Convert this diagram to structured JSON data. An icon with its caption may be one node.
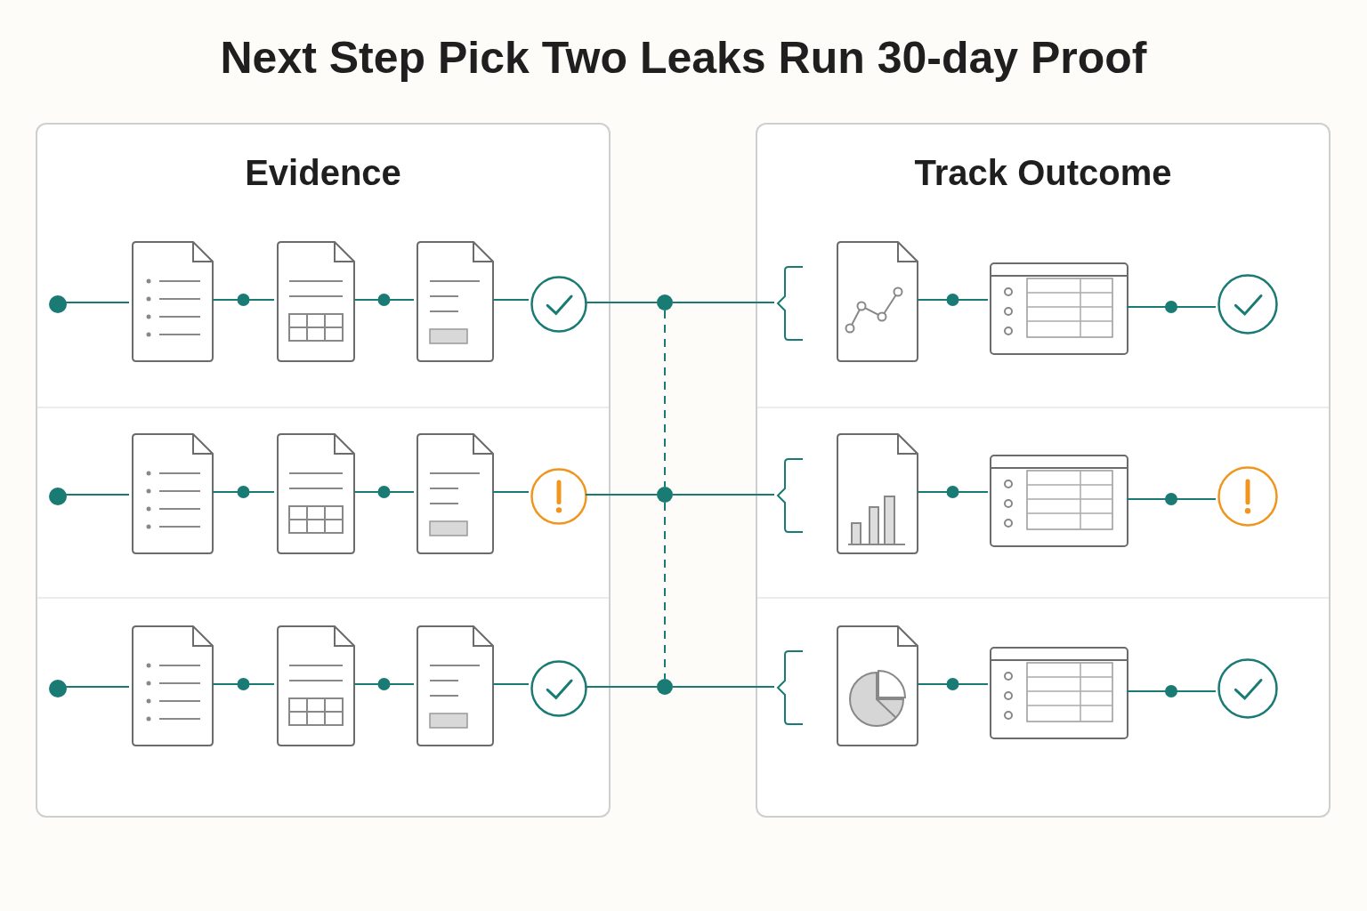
{
  "diagram": {
    "title": "Next Step Pick Two Leaks Run 30-day Proof",
    "nodes": [
      {
        "text": [
          "Evidence"
        ]
      },
      {
        "text": [],
        "shape": "circle",
        "in": 0
      },
      {
        "text": [],
        "shape": "document",
        "in": 0
      },
      {
        "text": [],
        "shape": "document",
        "in": 0
      },
      {
        "text": [],
        "shape": "document",
        "in": 0
      },
      {
        "text": [],
        "shape": "circle",
        "in": 0
      },
      {
        "text": [],
        "shape": "circle",
        "in": 0
      },
      {
        "text": [],
        "shape": "document",
        "in": 0
      },
      {
        "text": [],
        "shape": "document",
        "in": 0
      },
      {
        "text": [],
        "shape": "document",
        "in": 0
      },
      {
        "text": [],
        "shape": "circle",
        "in": 0
      },
      {
        "text": [],
        "shape": "circle",
        "in": 0
      },
      {
        "text": [],
        "shape": "document",
        "in": 0
      },
      {
        "text": [],
        "shape": "document",
        "in": 0
      },
      {
        "text": [],
        "shape": "document",
        "in": 0
      },
      {
        "text": [],
        "shape": "circle",
        "in": 0
      },
      {
        "text": [],
        "shape": "circle"
      },
      {
        "text": [],
        "shape": "circle"
      },
      {
        "text": [],
        "shape": "circle"
      },
      {
        "text": [
          "Track Outcome"
        ]
      },
      {
        "text": [],
        "shape": "bracket",
        "in": 19
      },
      {
        "text": [],
        "shape": "document",
        "in": 19
      },
      {
        "text": [],
        "shape": "window",
        "in": 19
      },
      {
        "text": [],
        "shape": "circle",
        "in": 19
      },
      {
        "text": [],
        "shape": "bracket",
        "in": 19
      },
      {
        "text": [],
        "shape": "document",
        "in": 19
      },
      {
        "text": [],
        "shape": "window",
        "in": 19
      },
      {
        "text": [],
        "shape": "circle",
        "in": 19
      },
      {
        "text": [],
        "shape": "bracket",
        "in": 19
      },
      {
        "text": [],
        "shape": "document",
        "in": 19
      },
      {
        "text": [],
        "shape": "window",
        "in": 19
      },
      {
        "text": [],
        "shape": "circle",
        "in": 19
      }
    ],
    "edges": [
      {
        "from": 1,
        "to": 2,
        "arrow": "none"
      },
      {
        "from": 2,
        "to": 3,
        "arrow": "none"
      },
      {
        "from": 3,
        "to": 4,
        "arrow": "none"
      },
      {
        "from": 4,
        "to": 5,
        "arrow": "none"
      },
      {
        "from": 5,
        "to": 16,
        "arrow": "none"
      },
      {
        "from": 16,
        "to": 20,
        "arrow": "none"
      },
      {
        "from": 21,
        "to": 22,
        "arrow": "none"
      },
      {
        "from": 22,
        "to": 23,
        "arrow": "none"
      },
      {
        "from": 6,
        "to": 7,
        "arrow": "none"
      },
      {
        "from": 7,
        "to": 8,
        "arrow": "none"
      },
      {
        "from": 8,
        "to": 9,
        "arrow": "none"
      },
      {
        "from": 9,
        "to": 10,
        "arrow": "none"
      },
      {
        "from": 10,
        "to": 17,
        "arrow": "none"
      },
      {
        "from": 17,
        "to": 24,
        "arrow": "none"
      },
      {
        "from": 25,
        "to": 26,
        "arrow": "none"
      },
      {
        "from": 26,
        "to": 27,
        "arrow": "none"
      },
      {
        "from": 11,
        "to": 12,
        "arrow": "none"
      },
      {
        "from": 12,
        "to": 13,
        "arrow": "none"
      },
      {
        "from": 13,
        "to": 14,
        "arrow": "none"
      },
      {
        "from": 14,
        "to": 15,
        "arrow": "none"
      },
      {
        "from": 15,
        "to": 18,
        "arrow": "none"
      },
      {
        "from": 18,
        "to": 28,
        "arrow": "none"
      },
      {
        "from": 29,
        "to": 30,
        "arrow": "none"
      },
      {
        "from": 30,
        "to": 31,
        "arrow": "none"
      },
      {
        "from": 16,
        "to": 17,
        "arrow": "none",
        "style": "dashed"
      },
      {
        "from": 17,
        "to": 18,
        "arrow": "none",
        "style": "dashed"
      }
    ]
  }
}
